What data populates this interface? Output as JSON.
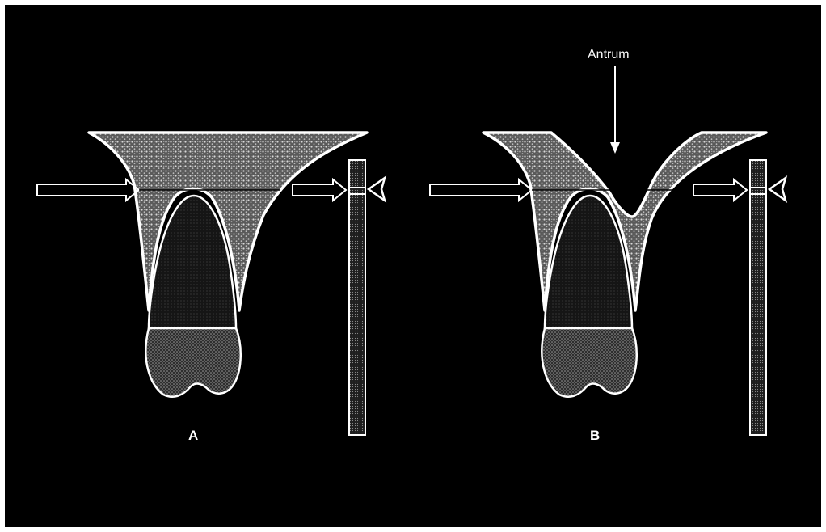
{
  "panels": [
    {
      "letter": "A"
    },
    {
      "letter": "B"
    }
  ],
  "annotation": {
    "label": "Antrum"
  },
  "colors": {
    "background": "#000000",
    "outline": "#ffffff",
    "bone_fill": "#6a6a6a",
    "root_fill": "#1b1b1b",
    "crown_fill": "#4a4a4a",
    "film_fill": "#2a2a2a"
  }
}
